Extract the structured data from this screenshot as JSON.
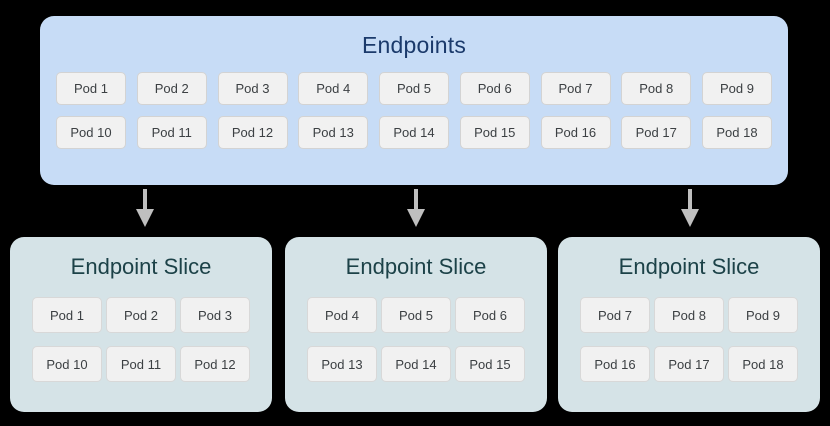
{
  "diagram": {
    "background_color": "#000000",
    "endpoints": {
      "title": "Endpoints",
      "panel_color": "#C7DCF6",
      "title_color": "#1B3A6B",
      "rows": [
        [
          "Pod 1",
          "Pod 2",
          "Pod 3",
          "Pod 4",
          "Pod 5",
          "Pod 6",
          "Pod 7",
          "Pod 8",
          "Pod 9"
        ],
        [
          "Pod 10",
          "Pod 11",
          "Pod 12",
          "Pod 13",
          "Pod 14",
          "Pod 15",
          "Pod 16",
          "Pod 17",
          "Pod 18"
        ]
      ]
    },
    "arrows": {
      "icon": "arrow-down-icon",
      "color": "#BFBFBF",
      "count": 3
    },
    "slices": [
      {
        "title": "Endpoint Slice",
        "panel_color": "#D5E3E7",
        "title_color": "#1C4248",
        "rows": [
          [
            "Pod 1",
            "Pod 2",
            "Pod 3"
          ],
          [
            "Pod 10",
            "Pod 11",
            "Pod 12"
          ]
        ]
      },
      {
        "title": "Endpoint Slice",
        "panel_color": "#D5E3E7",
        "title_color": "#1C4248",
        "rows": [
          [
            "Pod 4",
            "Pod 5",
            "Pod 6"
          ],
          [
            "Pod 13",
            "Pod 14",
            "Pod 15"
          ]
        ]
      },
      {
        "title": "Endpoint Slice",
        "panel_color": "#D5E3E7",
        "title_color": "#1C4248",
        "rows": [
          [
            "Pod 7",
            "Pod 8",
            "Pod 9"
          ],
          [
            "Pod 16",
            "Pod 17",
            "Pod 18"
          ]
        ]
      }
    ]
  }
}
